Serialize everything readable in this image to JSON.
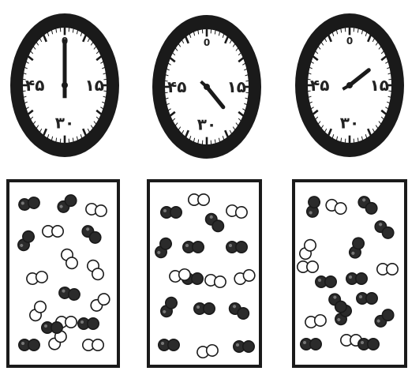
{
  "colors": {
    "ink": "#1a1a1a",
    "paper": "#ffffff",
    "molecule_dark": "#2b2b2b",
    "molecule_light": "#ffffff"
  },
  "clocks": [
    {
      "labels": {
        "top": "0",
        "right": "۱۵",
        "bottom": "۳۰",
        "left": "۴۵"
      },
      "hand_seconds": 0
    },
    {
      "labels": {
        "top": "0",
        "right": "۱۵",
        "bottom": "۳۰",
        "left": "۴۵"
      },
      "hand_seconds": 22
    },
    {
      "labels": {
        "top": "0",
        "right": "۱۵",
        "bottom": "۳۰",
        "left": "۴۵"
      },
      "hand_seconds": 10
    }
  ],
  "containers": [
    {
      "molecules": [
        {
          "kind": "dark"
        },
        {
          "kind": "dark"
        },
        {
          "kind": "light"
        },
        {
          "kind": "dark"
        },
        {
          "kind": "light"
        },
        {
          "kind": "dark"
        },
        {
          "kind": "light"
        },
        {
          "kind": "light"
        },
        {
          "kind": "light"
        },
        {
          "kind": "light"
        },
        {
          "kind": "dark"
        },
        {
          "kind": "light"
        },
        {
          "kind": "dark"
        },
        {
          "kind": "light"
        },
        {
          "kind": "light"
        },
        {
          "kind": "dark"
        },
        {
          "kind": "light"
        },
        {
          "kind": "dark"
        }
      ]
    },
    {
      "molecules": [
        {
          "kind": "light"
        },
        {
          "kind": "dark"
        },
        {
          "kind": "dark"
        },
        {
          "kind": "light"
        },
        {
          "kind": "dark"
        },
        {
          "kind": "dark"
        },
        {
          "kind": "dark"
        },
        {
          "kind": "dark"
        },
        {
          "kind": "light"
        },
        {
          "kind": "light"
        },
        {
          "kind": "light"
        },
        {
          "kind": "dark"
        },
        {
          "kind": "dark"
        },
        {
          "kind": "dark"
        },
        {
          "kind": "dark"
        },
        {
          "kind": "light"
        },
        {
          "kind": "dark"
        }
      ]
    },
    {
      "molecules": [
        {
          "kind": "dark"
        },
        {
          "kind": "light"
        },
        {
          "kind": "dark"
        },
        {
          "kind": "light"
        },
        {
          "kind": "dark"
        },
        {
          "kind": "dark"
        },
        {
          "kind": "light"
        },
        {
          "kind": "dark"
        },
        {
          "kind": "dark"
        },
        {
          "kind": "light"
        },
        {
          "kind": "dark"
        },
        {
          "kind": "dark"
        },
        {
          "kind": "light"
        },
        {
          "kind": "dark"
        },
        {
          "kind": "dark"
        },
        {
          "kind": "light"
        },
        {
          "kind": "dark"
        },
        {
          "kind": "dark"
        }
      ]
    }
  ]
}
